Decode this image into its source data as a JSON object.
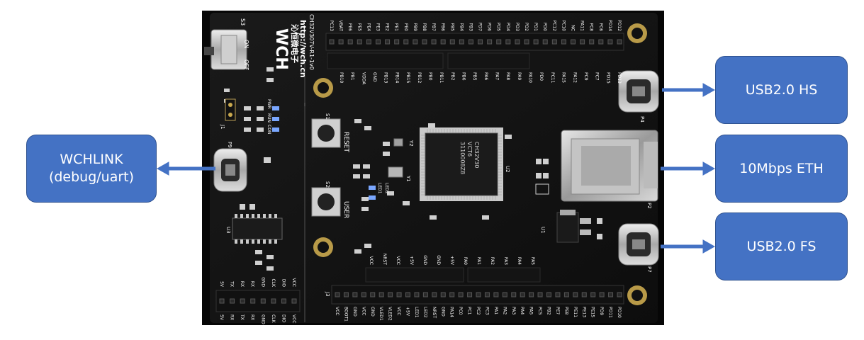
{
  "callouts": {
    "left": "WCHLINK\n(debug/uart)",
    "hs": "USB2.0 HS",
    "eth": "10Mbps ETH",
    "fs": "USB2.0 FS"
  },
  "board": {
    "brand_logo": "WCH",
    "brand_cn": "沁恒微电子",
    "url": "http://wch.cn",
    "model": "CH32V307V-R1-1v0",
    "chip_lines": [
      "CH32V30",
      "VCT6",
      "3110008Z8"
    ],
    "buttons": {
      "reset": "RESET",
      "user": "USER",
      "s1": "S1",
      "s2": "S2"
    },
    "switch": {
      "off": "OFF",
      "on": "ON",
      "ref": "S3"
    },
    "connectors": {
      "p9": "P9",
      "p4": "P4",
      "p2": "P2",
      "p7": "P7",
      "j1": "J1",
      "j3": "J3",
      "u1": "U1",
      "u2": "U2",
      "u3": "U3",
      "y1": "Y1",
      "y2": "Y2"
    },
    "leds": [
      "PWR",
      "RUN",
      "CON",
      "LED1",
      "LED2"
    ],
    "top_pins": [
      "PC13",
      "VBAT",
      "PE6",
      "PE5",
      "PE4",
      "PE3",
      "PE2",
      "PE1",
      "PE0",
      "PB9",
      "PB8",
      "PB7",
      "PB6",
      "PB5",
      "PB4",
      "PB3",
      "PD7",
      "PD6",
      "PD5",
      "PD4",
      "PD3",
      "PD2",
      "PD1",
      "PD0",
      "PC12",
      "PC10",
      "NC",
      "PA11",
      "PC8",
      "PC6",
      "PD14",
      "PD12"
    ],
    "top_inner_pins": [
      "PB10",
      "PB1",
      "VDDA",
      "GND",
      "PB13",
      "PB14",
      "PB15",
      "PB12",
      "PB0",
      "PB11",
      "PB2",
      "PB6",
      "PB5",
      "PA6",
      "PA7",
      "PA8",
      "PA9",
      "PA10",
      "PD0",
      "PC11",
      "PA15",
      "PA12",
      "PC9",
      "PC7",
      "PD15",
      "PD13"
    ],
    "bottom_pins": [
      "VCC",
      "BOOT1",
      "GND",
      "VCC",
      "GND",
      "VLED1",
      "VLED2",
      "VCC",
      "+5V",
      "LED1",
      "LED2",
      "NRST",
      "GND",
      "PA14",
      "PC0",
      "PC1",
      "PC2",
      "PC3",
      "PA1",
      "PA2",
      "PA3",
      "PA4",
      "PA5",
      "PC5",
      "PB2",
      "PE7",
      "PE8",
      "PE11",
      "PE13",
      "PE15",
      "PD9",
      "PD11",
      "PD10"
    ],
    "bottom_inner_pins": [
      "VCC",
      "NRST",
      "VCC",
      "+5V",
      "GND",
      "GND",
      "+5V",
      "PA0",
      "PA1",
      "PA2",
      "PA3",
      "PA4",
      "PA5"
    ],
    "jumper_pins": [
      "5V",
      "TX",
      "RX",
      "RX",
      "GND",
      "CLK",
      "DIO",
      "VCC"
    ],
    "jumper_pins_bottom": [
      "5V",
      "RX",
      "TX",
      "RX",
      "GND",
      "CLK",
      "DIO",
      "VCC"
    ]
  }
}
